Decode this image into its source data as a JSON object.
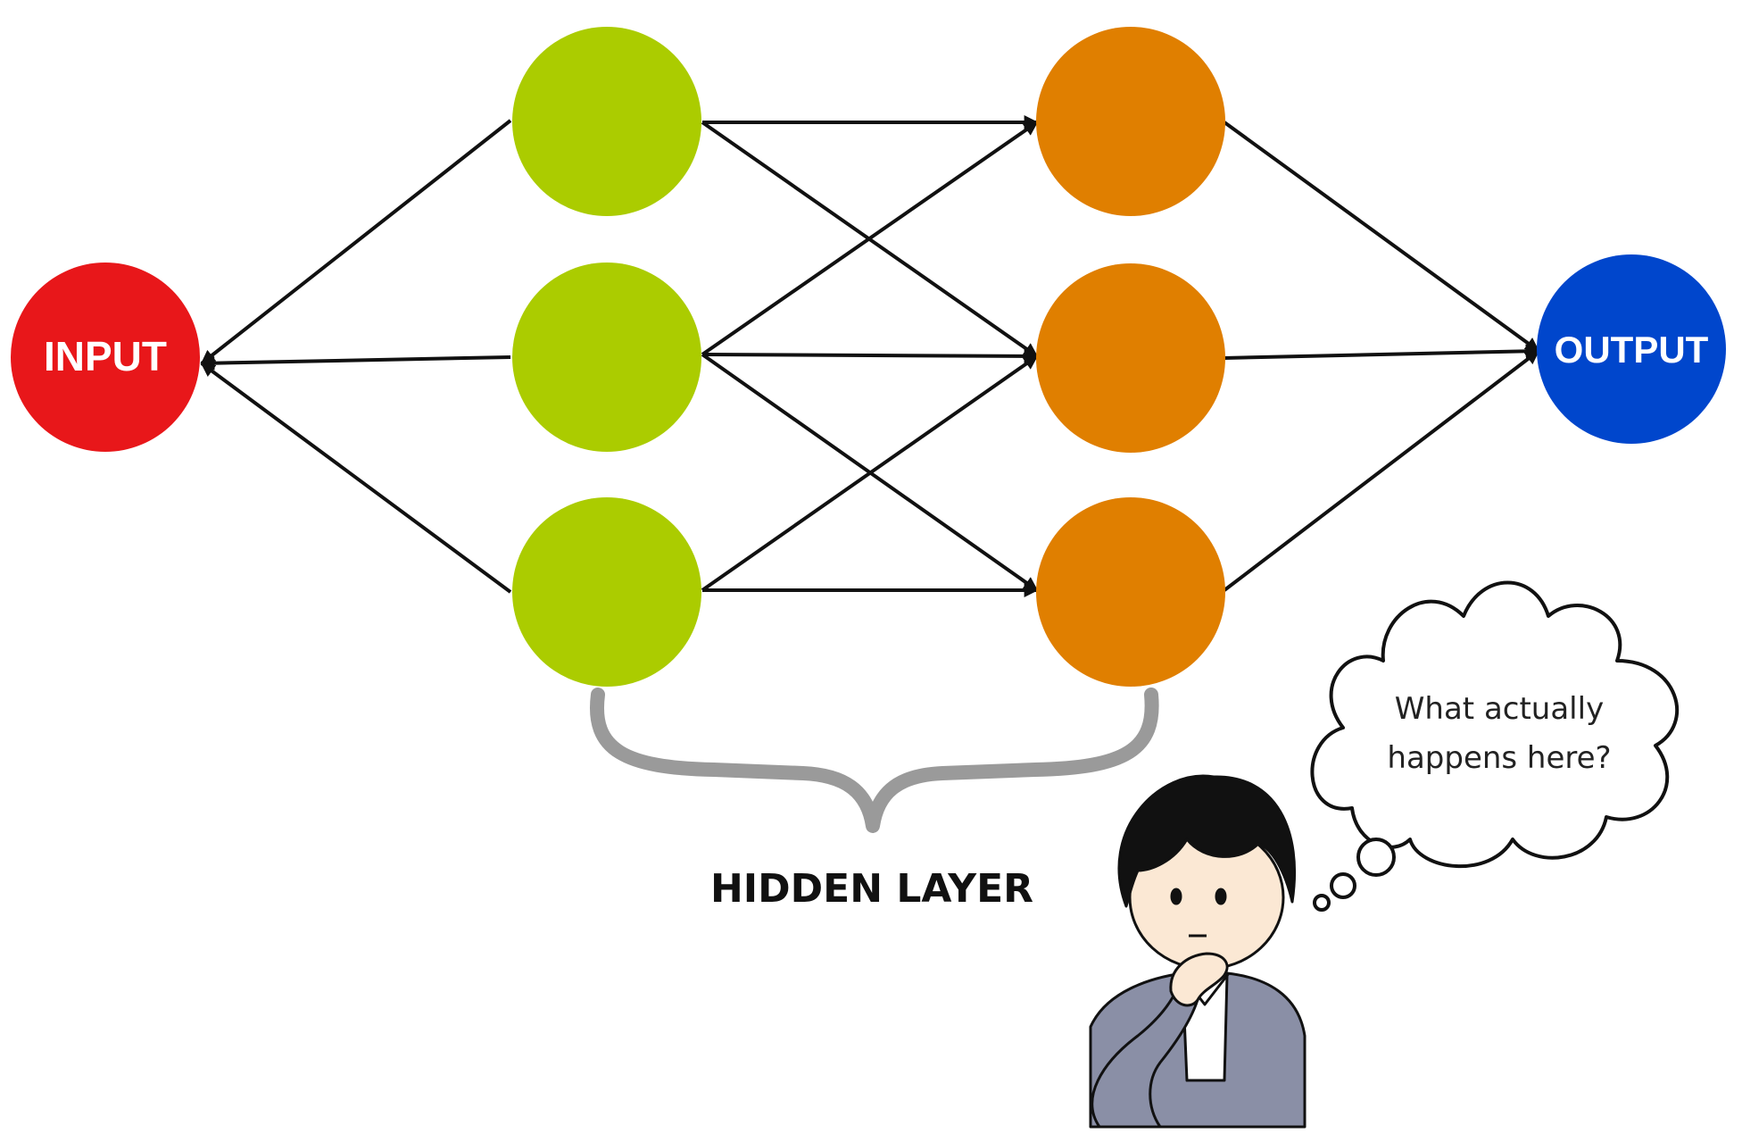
{
  "diagram": {
    "input_label": "INPUT",
    "output_label": "OUTPUT",
    "hidden_layer_label": "HIDDEN LAYER",
    "thought_line1": "What actually",
    "thought_line2": "happens here?"
  },
  "colors": {
    "input": "#e8171a",
    "hidden1": "#abcc00",
    "hidden2": "#e07f00",
    "output": "#0046cc",
    "edge": "#111111",
    "brace": "#9a9a9a"
  },
  "icons": [
    "thinking-person-icon",
    "thought-bubble-icon"
  ]
}
